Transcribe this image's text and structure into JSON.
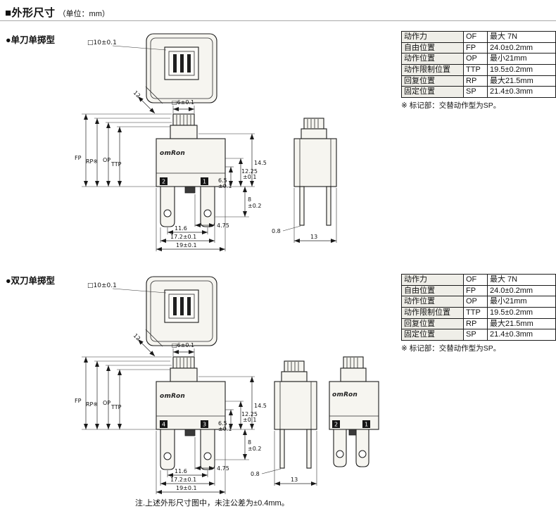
{
  "header": {
    "title": "■外形尺寸",
    "unit": "（单位：mm）"
  },
  "sections": {
    "s1_label": "●单刀单掷型",
    "s2_label": "●双刀单掷型"
  },
  "spec_table": {
    "rows": [
      {
        "name": "动作力",
        "code": "OF",
        "value": "最大 7N"
      },
      {
        "name": "自由位置",
        "code": "FP",
        "value": "24.0±0.2mm"
      },
      {
        "name": "动作位置",
        "code": "OP",
        "value": "最小21mm"
      },
      {
        "name": "动作限制位置",
        "code": "TTP",
        "value": "19.5±0.2mm"
      },
      {
        "name": "回复位置",
        "code": "RP",
        "value": "最大21.5mm"
      },
      {
        "name": "固定位置",
        "code": "SP",
        "value": "21.4±0.3mm"
      }
    ],
    "note": "※ 标记部：交替动作型为SP。"
  },
  "dims": {
    "square10": "□10±0.1",
    "diag12": "12",
    "square6": "□6±0.1",
    "fp": "FP",
    "rp": "RP※",
    "op": "OP",
    "ttp": "TTP",
    "h145": "14.5",
    "h1225": "12.25",
    "tol01": "±0.1",
    "h65": "6.5",
    "h8": "8",
    "tol02": "±0.2",
    "w475": "4.75",
    "w116": "11.6",
    "w172": "17.2±0.1",
    "w19": "19±0.1",
    "t08": "0.8",
    "w13": "13",
    "term1": "1",
    "term2": "2",
    "term3": "3",
    "term4": "4",
    "logo": "omRon"
  },
  "footnote": "注.上述外形尺寸图中，未注公差为±0.4mm。"
}
